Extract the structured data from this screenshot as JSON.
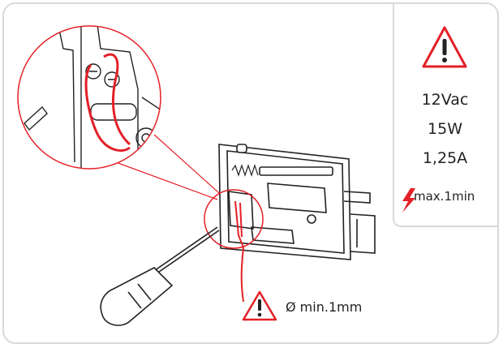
{
  "colors": {
    "accent_red": "#e32027",
    "line_dark": "#222222",
    "border_gray": "#d9d9d9"
  },
  "specs": {
    "warning_icon": "warning-triangle-icon",
    "voltage": "12Vac",
    "power": "15W",
    "current": "1,25A",
    "time_icon": "lightning-bolt-icon",
    "time_limit": "max.1min"
  },
  "wire_note": {
    "icon": "warning-triangle-icon",
    "text": "Ø min.1mm"
  }
}
